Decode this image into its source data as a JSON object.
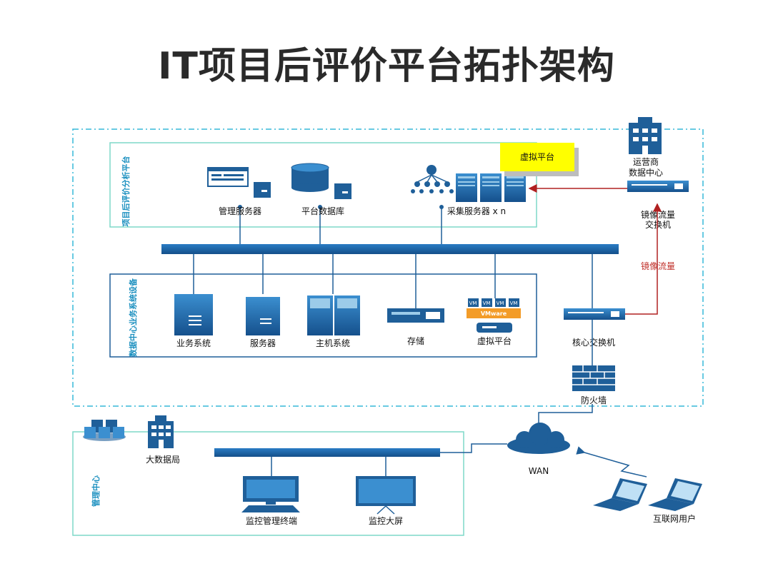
{
  "title": "IT项目后评价平台拓扑架构",
  "platform": {
    "label": "项目后评价分析平台",
    "mgmt_server": "管理服务器",
    "platform_db": "平台数据库",
    "collect_server": "采集服务器 x n",
    "virtual_tag": "虚拟平台"
  },
  "datacenter": {
    "label": "数据中心业务系统设备",
    "biz_system": "业务系统",
    "server": "服务器",
    "host_system": "主机系统",
    "storage": "存储",
    "virtual_platform": "虚拟平台",
    "vm_chip": "VM",
    "vmware": "VMware"
  },
  "network": {
    "core_switch": "核心交换机",
    "firewall": "防火墙",
    "mirror_switch": "镜像流量交换机",
    "mirror_traffic": "镜像流量",
    "carrier_dc": "运营商数据中心",
    "wan": "WAN",
    "internet_users": "互联网用户"
  },
  "management": {
    "label": "管理中心",
    "big_data_bureau": "大数据局",
    "monitor_terminal": "监控管理终端",
    "monitor_screen": "监控大屏"
  },
  "colors": {
    "accent_blue": "#1f5f99",
    "bus_blue": "#1c6aac",
    "border_cyan": "#36b8d8",
    "red_arrow": "#b02020",
    "yellow_tag": "#ffff00"
  }
}
